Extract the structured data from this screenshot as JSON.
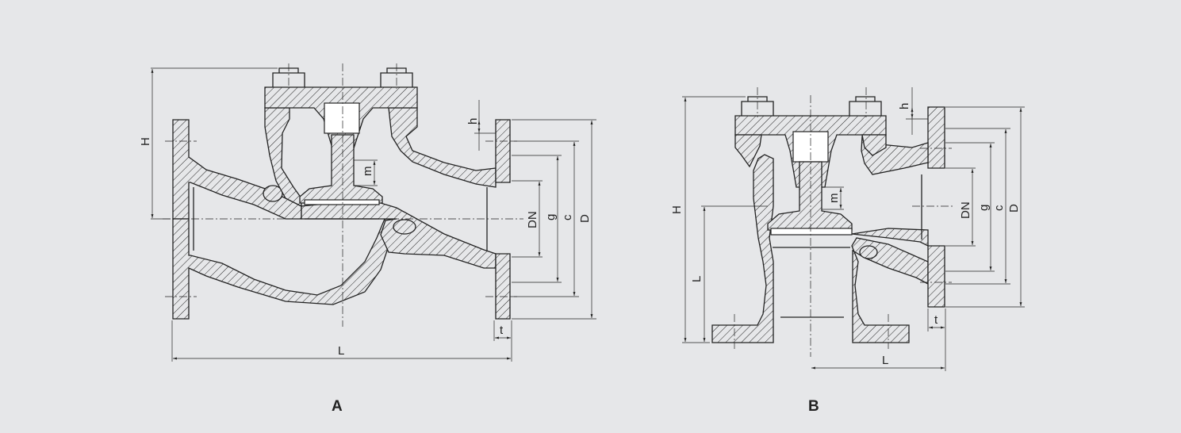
{
  "captions": {
    "a": "A",
    "b": "B"
  },
  "figure_a": {
    "H": "H",
    "h": "h",
    "m": "m",
    "DN": "DN",
    "g": "g",
    "c": "c",
    "D": "D",
    "t": "t",
    "L": "L"
  },
  "figure_b": {
    "H": "H",
    "h": "h",
    "m": "m",
    "DN": "DN",
    "g": "g",
    "c": "c",
    "D": "D",
    "t": "t",
    "L_height": "L",
    "L": "L"
  },
  "colors": {
    "background": "#e6e7e9",
    "line": "#222222"
  }
}
